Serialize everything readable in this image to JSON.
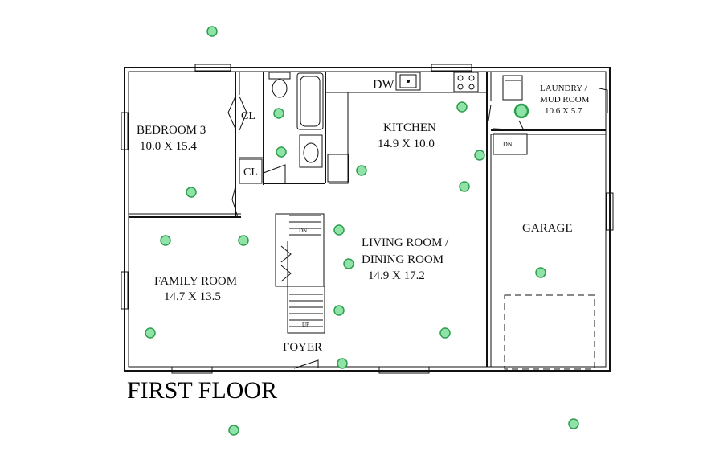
{
  "floor_title": "FIRST FLOOR",
  "colors": {
    "wall": "#111111",
    "marker_fill": "#8fe3a6",
    "marker_stroke": "#2e9e4f",
    "background": "#ffffff"
  },
  "rooms": {
    "bedroom3": {
      "name": "BEDROOM 3",
      "dims": "10.0 X 15.4"
    },
    "closet1": {
      "name": "CL"
    },
    "closet2": {
      "name": "CL"
    },
    "kitchen": {
      "name": "KITCHEN",
      "dims": "14.9 X 10.0"
    },
    "laundry": {
      "name_line1": "LAUNDRY /",
      "name_line2": "MUD ROOM",
      "dims": "10.6 X 5.7"
    },
    "family_room": {
      "name": "FAMILY ROOM",
      "dims": "14.7 X 13.5"
    },
    "living_dining": {
      "name_line1": "LIVING ROOM /",
      "name_line2": "DINING ROOM",
      "dims": "14.9 X 17.2"
    },
    "garage": {
      "name": "GARAGE"
    },
    "foyer": {
      "name": "FOYER"
    }
  },
  "fixtures": {
    "dishwasher": "DW",
    "stair_down": "DN",
    "stair_up": "UP",
    "garage_step_down": "DN"
  }
}
